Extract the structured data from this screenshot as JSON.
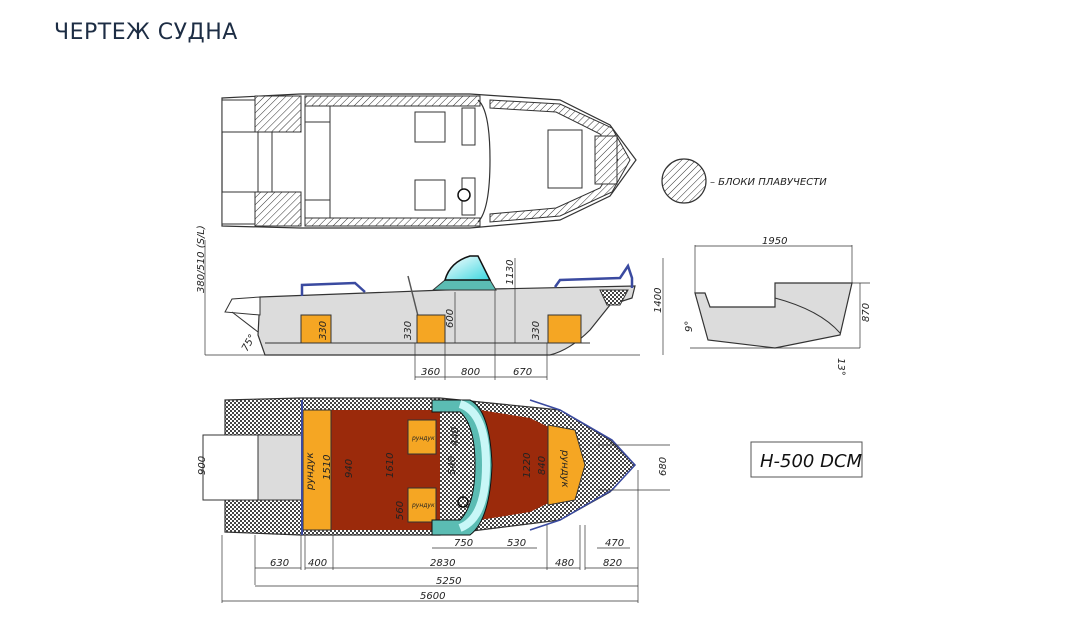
{
  "page": {
    "title": "ЧЕРТЕЖ СУДНА"
  },
  "legend": {
    "label": "– БЛОКИ ПЛАВУЧЕСТИ",
    "symbol": "hatched-circle"
  },
  "model": {
    "name": "H-500 DCM"
  },
  "colors": {
    "hull_fill": "#dcdcdc",
    "box_orange": "#f5a623",
    "deck_red": "#9b2a0b",
    "console_teal": "#5bbcb3",
    "windshield": "#c8f7f7",
    "rail_blue": "#3a4aa0",
    "line": "#333333"
  },
  "side_view": {
    "dims": {
      "transom_height": "380/510 (S/L)",
      "box1_height": "330",
      "box2_height": "330",
      "box3_height": "330",
      "seat_height": "600",
      "windshield_height": "1130",
      "total_height": "1400",
      "transom_angle": "75°",
      "seg1": "360",
      "seg2": "800",
      "seg3": "670"
    }
  },
  "section_view": {
    "dims": {
      "width": "1950",
      "height": "870",
      "deadrise_left": "9°",
      "deadrise_right": "13°"
    }
  },
  "plan_view": {
    "labels": {
      "box_aft": "рундук",
      "box_seat1": "рундук",
      "box_seat2": "рундук",
      "box_bow": "рундук"
    },
    "dims": {
      "transom_width": "900",
      "aft_box_length": "1510",
      "aft_box_inner": "940",
      "cockpit_width": "1610",
      "seat_width": "440",
      "console_gap": "540",
      "seat_gap": "560",
      "bow_width": "1220",
      "bow_box": "840",
      "bow_tip": "680",
      "console_len": "750",
      "console_to_bow": "530",
      "bow_seg": "470"
    },
    "bottom_dims": {
      "d630": "630",
      "d400": "400",
      "d2830": "2830",
      "d480": "480",
      "d820": "820",
      "d5250": "5250",
      "d5600": "5600"
    }
  }
}
